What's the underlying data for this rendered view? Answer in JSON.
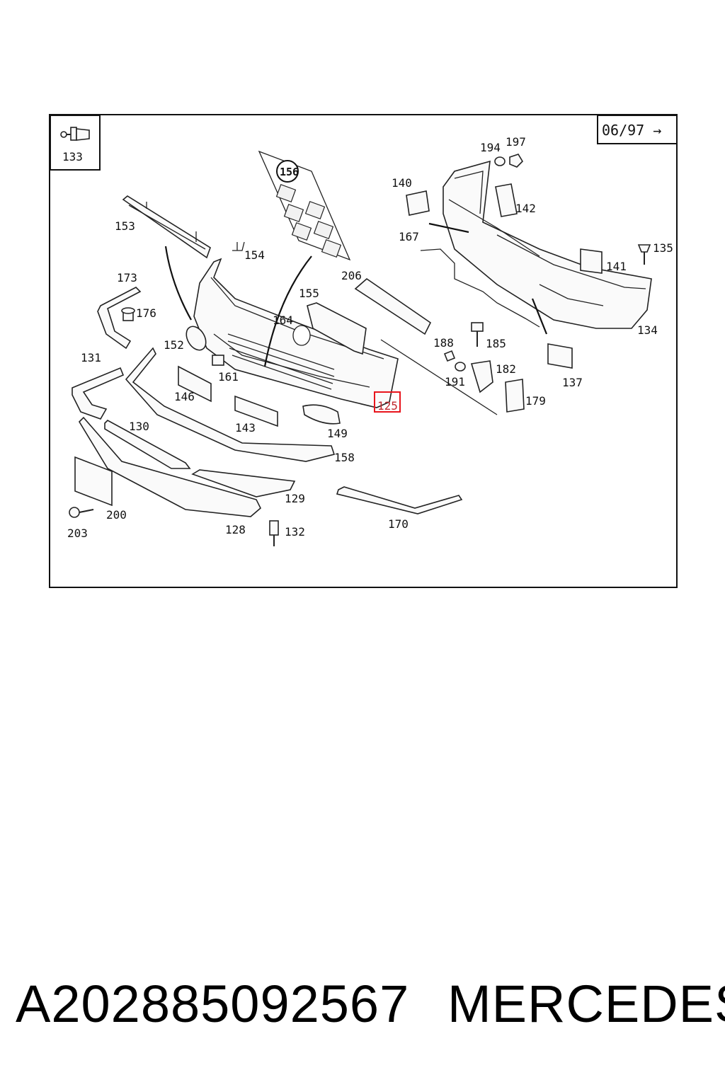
{
  "diagram": {
    "date_label": "06/97 →",
    "inset_label": "133",
    "highlight_color": "#e8141c",
    "labels": {
      "p153": "153",
      "p154": "154",
      "p156": "156",
      "p206": "206",
      "p155": "155",
      "p164": "164",
      "p173": "173",
      "p176": "176",
      "p152": "152",
      "p131": "131",
      "p161": "161",
      "p146": "146",
      "p143": "143",
      "p149": "149",
      "p125": "125",
      "p130": "130",
      "p158": "158",
      "p129": "129",
      "p128": "128",
      "p132": "132",
      "p200": "200",
      "p203": "203",
      "p170": "170",
      "p140": "140",
      "p167": "167",
      "p194": "194",
      "p197": "197",
      "p142": "142",
      "p135": "135",
      "p141": "141",
      "p134": "134",
      "p188": "188",
      "p185": "185",
      "p191": "191",
      "p182": "182",
      "p179": "179",
      "p137": "137"
    }
  },
  "caption": {
    "part_number": "A202885092567",
    "brand": "MERCEDES"
  }
}
